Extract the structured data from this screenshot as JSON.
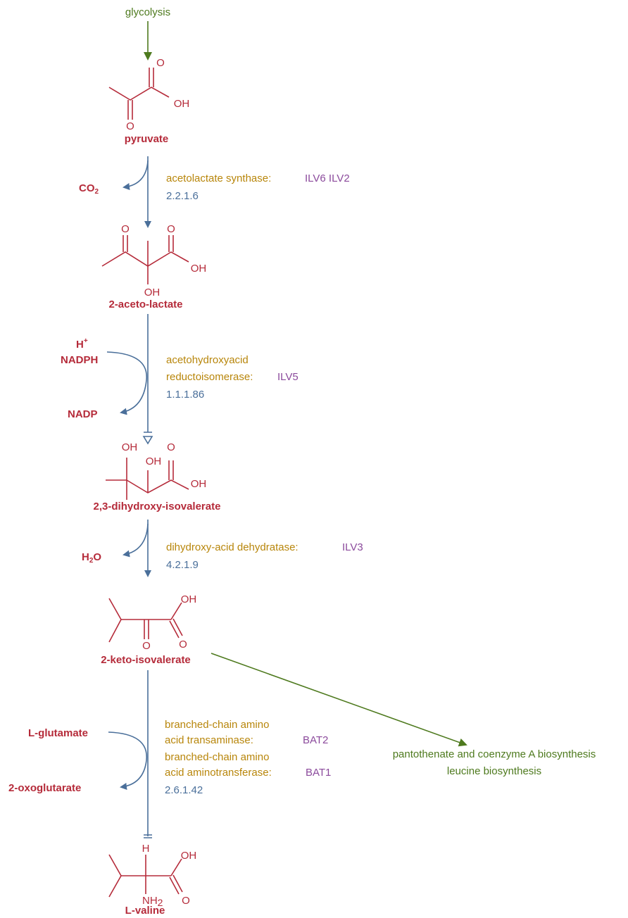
{
  "links": {
    "top": "glycolysis",
    "side_1": "pantothenate and coenzyme A biosynthesis",
    "side_2": "leucine biosynthesis"
  },
  "metabolites": {
    "pyruvate": "pyruvate",
    "acetolactate": "2-aceto-lactate",
    "dihydroxy": "2,3-dihydroxy-isovalerate",
    "keto": "2-keto-isovalerate",
    "valine": "L-valine"
  },
  "sides": {
    "co2": "CO",
    "co2_sub": "2",
    "h": "H",
    "h_sup": "+",
    "nadph": "NADPH",
    "nadp": "NADP",
    "h2o_h": "H",
    "h2o_sub": "2",
    "h2o_o": "O",
    "glutamate": "L-glutamate",
    "oxoglutarate": "2-oxoglutarate"
  },
  "reactions": {
    "r1": {
      "enzyme": "acetolactate synthase:",
      "genes": "ILV6  ILV2",
      "ec": "2.2.1.6"
    },
    "r2": {
      "enzyme_1": "acetohydroxyacid",
      "enzyme_2": "reductoisomerase:",
      "genes": "ILV5",
      "ec": "1.1.1.86"
    },
    "r3": {
      "enzyme": "dihydroxy-acid dehydratase:",
      "genes": "ILV3",
      "ec": "4.2.1.9"
    },
    "r4": {
      "enzyme_a1": "branched-chain amino",
      "enzyme_a2": "acid transaminase:",
      "gene_a": "BAT2",
      "enzyme_b1": "branched-chain amino",
      "enzyme_b2": "acid aminotransferase:",
      "gene_b": "BAT1",
      "ec": "2.6.1.42"
    }
  },
  "atoms": {
    "O": "O",
    "OH": "OH",
    "H": "H",
    "NH2": "NH",
    "NH2_sub": "2"
  },
  "colors": {
    "metabolite": "#b52b3a",
    "enzyme": "#b8860b",
    "gene": "#8b4a9c",
    "ec": "#4a6f9a",
    "link": "#4e7a1e"
  }
}
